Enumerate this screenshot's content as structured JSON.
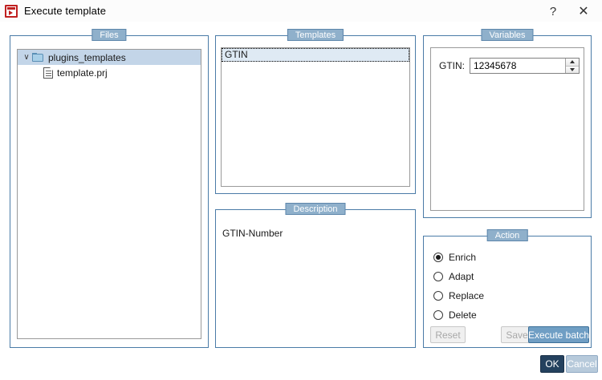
{
  "window": {
    "title": "Execute template",
    "app_icon": "execute-template-icon",
    "help_label": "?",
    "close_label": "✕"
  },
  "files": {
    "group_title": "Files",
    "tree": [
      {
        "label": "plugins_templates",
        "icon": "folder-icon",
        "expanded": true,
        "selected": true,
        "chevron": "∨",
        "depth": 0
      },
      {
        "label": "template.prj",
        "icon": "file-icon",
        "expanded": false,
        "selected": false,
        "chevron": "",
        "depth": 1
      }
    ]
  },
  "templates": {
    "group_title": "Templates",
    "items": [
      {
        "label": "GTIN",
        "selected": true
      }
    ]
  },
  "description": {
    "group_title": "Description",
    "text": "GTIN-Number"
  },
  "variables": {
    "group_title": "Variables",
    "gtin_label": "GTIN:",
    "gtin_value": "12345678",
    "spin_up": "spin-up-icon",
    "spin_down": "spin-down-icon"
  },
  "action": {
    "group_title": "Action",
    "radios": [
      {
        "label": "Enrich",
        "checked": true
      },
      {
        "label": "Adapt",
        "checked": false
      },
      {
        "label": "Replace",
        "checked": false
      },
      {
        "label": "Delete",
        "checked": false
      }
    ],
    "reset_label": "Reset",
    "save_label": "Save",
    "execute_batch_label": "Execute batch"
  },
  "dialog": {
    "ok_label": "OK",
    "cancel_label": "Cancel"
  },
  "colors": {
    "group_border": "#4a7ba7",
    "group_title_bg": "#8fb0cb",
    "tree_selection": "#c3d5e8",
    "list_selection": "#dfeaf4",
    "primary_button": "#6f9ec4",
    "ok_button": "#24415e",
    "cancel_button": "#b7cadb",
    "icon_red": "#c02020"
  }
}
